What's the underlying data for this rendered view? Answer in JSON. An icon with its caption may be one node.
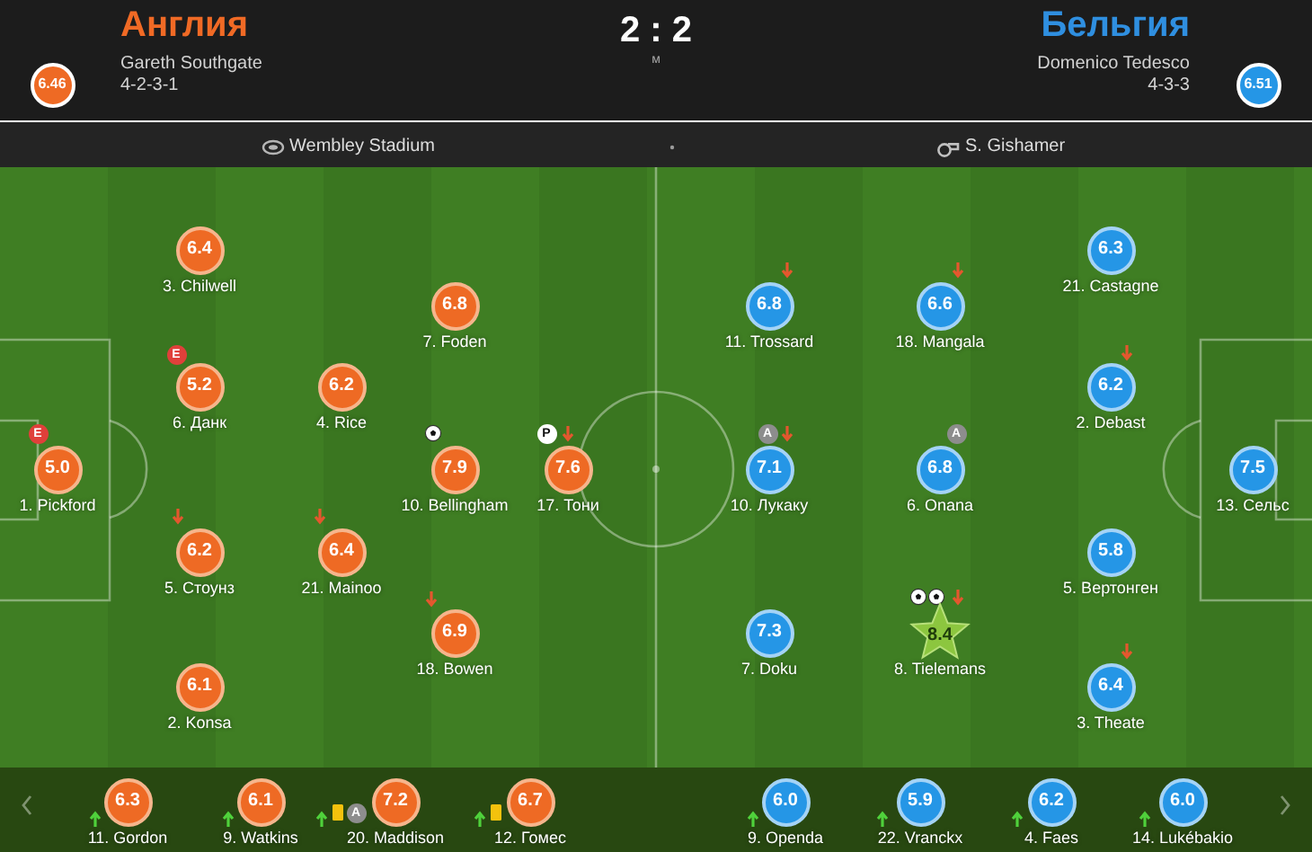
{
  "diagram": {
    "nodes": [
      {
        "text": [
          "6.46"
        ]
      },
      {
        "text": [
          "6.51"
        ]
      },
      {
        "text": [
          "E"
        ]
      },
      {
        "text": [
          "5.0"
        ],
        "beside": [
          "1. Pickford"
        ]
      },
      {
        "text": [
          "6.4"
        ],
        "beside": [
          "3. Chilwell"
        ]
      },
      {
        "text": [
          "E"
        ]
      },
      {
        "text": [
          "5.2"
        ],
        "beside": [
          "6. Данк"
        ]
      },
      {
        "text": [
          "6.2"
        ],
        "beside": [
          "5. Стоунз"
        ]
      },
      {
        "text": [
          "6.1"
        ],
        "beside": [
          "2. Konsa"
        ]
      },
      {
        "text": [
          "6.2"
        ],
        "beside": [
          "4. Rice"
        ]
      },
      {
        "text": [
          "6.4"
        ],
        "beside": [
          "21. Mainoo"
        ]
      },
      {
        "text": [
          "6.8"
        ],
        "beside": [
          "7. Foden"
        ]
      },
      {
        "text": [
          "7.9"
        ],
        "beside": [
          "10. Bellingham"
        ]
      },
      {
        "text": [
          "6.9"
        ],
        "beside": [
          "18. Bowen"
        ]
      },
      {
        "text": [
          "P"
        ]
      },
      {
        "text": [
          "7.6"
        ],
        "beside": [
          "17. Тони"
        ]
      },
      {
        "text": [
          "6.8"
        ],
        "beside": [
          "11. Trossard"
        ]
      },
      {
        "text": [
          "A"
        ]
      },
      {
        "text": [
          "7.1"
        ],
        "beside": [
          "10. Лукаку"
        ]
      },
      {
        "text": [
          "7.3"
        ],
        "beside": [
          "7. Doku"
        ]
      },
      {
        "text": [
          "6.6"
        ],
        "beside": [
          "18. Mangala"
        ]
      },
      {
        "text": [
          "A"
        ]
      },
      {
        "text": [
          "6.8"
        ],
        "beside": [
          "6. Onana"
        ]
      },
      {
        "text": [
          "8.4"
        ],
        "beside": [
          "8. Tielemans"
        ]
      },
      {
        "text": [
          "6.3"
        ],
        "beside": [
          "21. Castagne"
        ]
      },
      {
        "text": [
          "6.2"
        ],
        "beside": [
          "2. Debast"
        ]
      },
      {
        "text": [
          "5.8"
        ],
        "beside": [
          "5. Вертонген"
        ]
      },
      {
        "text": [
          "6.4"
        ],
        "beside": [
          "3. Theate"
        ]
      },
      {
        "text": [
          "7.5"
        ],
        "beside": [
          "13. Сельс"
        ]
      },
      {
        "text": [
          "6.3"
        ],
        "beside": [
          "11. Gordon"
        ]
      },
      {
        "text": [
          "6.1"
        ],
        "beside": [
          "9. Watkins"
        ]
      },
      {
        "text": [
          "A"
        ]
      },
      {
        "text": [
          "7.2"
        ],
        "beside": [
          "20. Maddison"
        ]
      },
      {
        "text": [
          "6.7"
        ],
        "beside": [
          "12. Гомес"
        ]
      },
      {
        "text": [
          "6.0"
        ],
        "beside": [
          "9. Openda"
        ]
      },
      {
        "text": [
          "5.9"
        ],
        "beside": [
          "22. Vranckx"
        ]
      },
      {
        "text": [
          "6.2"
        ],
        "beside": [
          "4. Faes"
        ]
      },
      {
        "text": [
          "6.0"
        ],
        "beside": [
          "14. Lukébakio"
        ]
      }
    ],
    "labels": [
      "Англия",
      "Gareth Southgate",
      "4-2-3-1",
      "2 : 2",
      "м",
      "Бельгия",
      "Domenico Tedesco",
      "4-3-3",
      "Wembley Stadium",
      "S. Gishamer"
    ]
  }
}
